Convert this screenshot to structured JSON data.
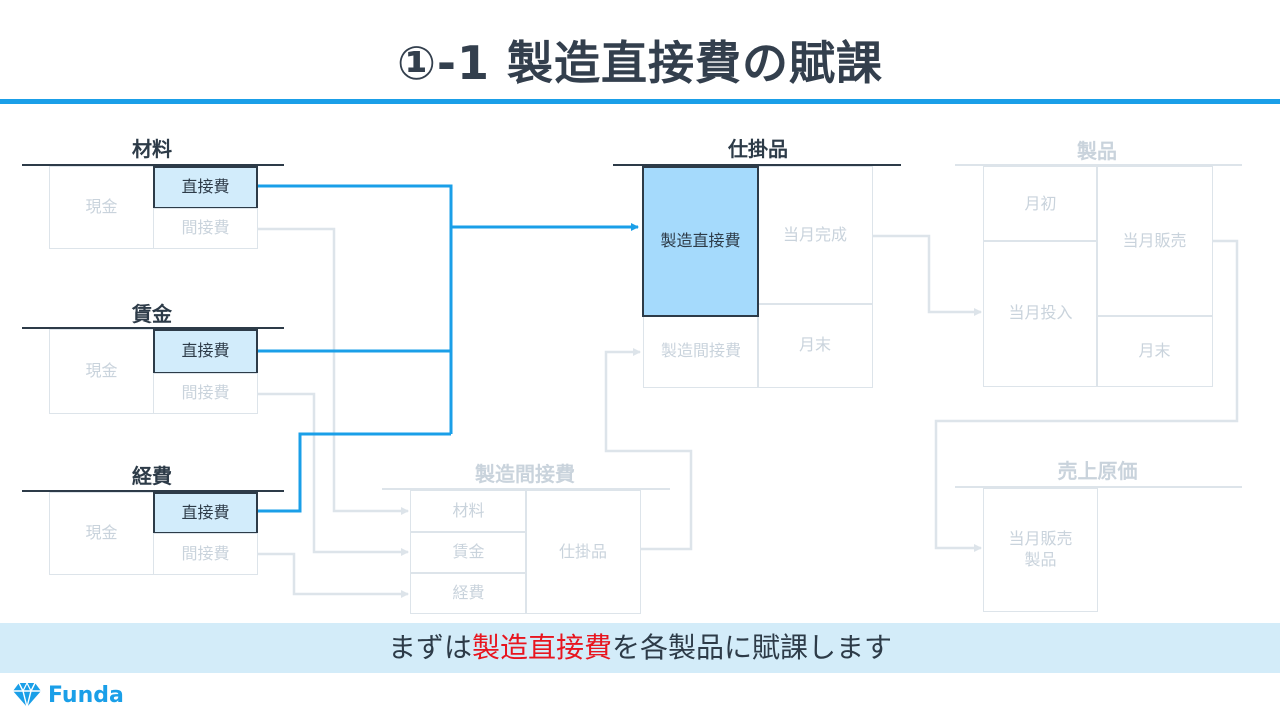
{
  "title": "①-1 製造直接費の賦課",
  "accounts": {
    "materials": {
      "name": "材料",
      "left": "現金",
      "direct": "直接費",
      "indirect": "間接費"
    },
    "wages": {
      "name": "賃金",
      "left": "現金",
      "direct": "直接費",
      "indirect": "間接費"
    },
    "expenses": {
      "name": "経費",
      "left": "現金",
      "direct": "直接費",
      "indirect": "間接費"
    },
    "wip": {
      "name": "仕掛品",
      "direct": "製造直接費",
      "indirect": "製造間接費",
      "completed": "当月完成",
      "ending": "月末"
    },
    "products": {
      "name": "製品",
      "beginning": "月初",
      "input": "当月投入",
      "sales": "当月販売",
      "ending": "月末"
    },
    "overhead": {
      "name": "製造間接費",
      "materials": "材料",
      "wages": "賃金",
      "expenses": "経費",
      "to_wip": "仕掛品"
    },
    "cogs": {
      "name": "売上原価",
      "sales": "当月販売製品"
    }
  },
  "banner": {
    "before": "まずは",
    "highlight": "製造直接費",
    "after": "を各製品に賦課します"
  },
  "logo": {
    "text": "Funda"
  },
  "colors": {
    "accent_blue": "#1a9fe8",
    "highlight_red": "#e8151f",
    "faded_line": "#dde4ea",
    "dark": "#2d3b48"
  }
}
